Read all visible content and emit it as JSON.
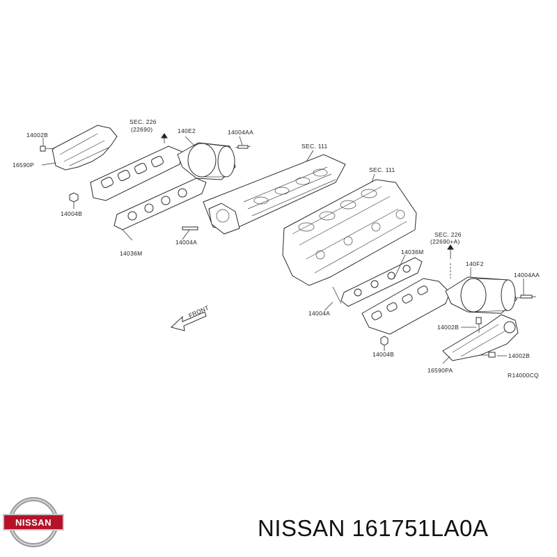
{
  "title": "NISSAN 161751LA0A",
  "brand_logo": {
    "text": "NISSAN"
  },
  "figure_code": "R14000CQ",
  "front_label": "FRONT",
  "callouts": {
    "l_14002b": "14002B",
    "l_sec226": "SEC. 226",
    "l_sec226_sub": "(22690)",
    "l_140e2": "140E2",
    "l_14004aa": "14004AA",
    "l_16590p": "16590P",
    "l_14004b": "14004B",
    "l_14036m": "14036M",
    "l_14004a": "14004A",
    "r_sec111_a": "SEC. 111",
    "r_sec111_b": "SEC. 111",
    "r_sec226": "SEC. 226",
    "r_sec226_sub": "(22690+A)",
    "r_14036m": "14036M",
    "r_140f2": "140F2",
    "r_14004aa": "14004AA",
    "r_14004a": "14004A",
    "r_14002b_a": "14002B",
    "r_14002b_b": "14002B",
    "r_14004b": "14004B",
    "r_16590pa": "16590PA"
  },
  "colors": {
    "line": "#2a2a2a",
    "logo_red": "#b5122a",
    "text": "#111111"
  }
}
